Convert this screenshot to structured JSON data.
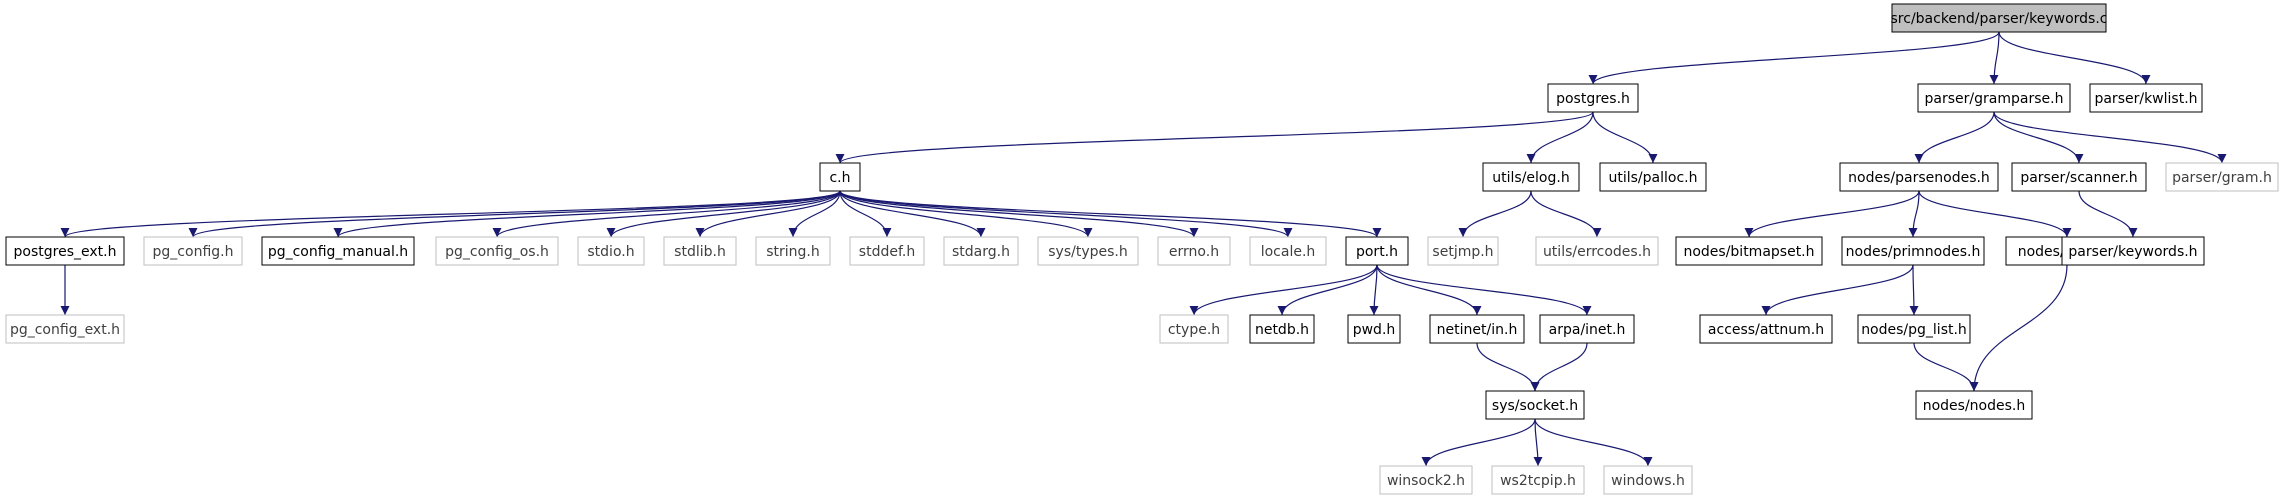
{
  "graph": {
    "colors": {
      "edge": "#191970",
      "border": "#000000",
      "missing_border": "#bfbfbf",
      "root_fill": "#bfbfbf",
      "text": "#000000",
      "missing_text": "#404040"
    },
    "nodes": [
      {
        "id": "root",
        "label": "src/backend/parser/keywords.c",
        "kind": "root"
      },
      {
        "id": "postgres",
        "label": "postgres.h",
        "kind": "header"
      },
      {
        "id": "gramparse",
        "label": "parser/gramparse.h",
        "kind": "header"
      },
      {
        "id": "kwlist",
        "label": "parser/kwlist.h",
        "kind": "header"
      },
      {
        "id": "c",
        "label": "c.h",
        "kind": "header"
      },
      {
        "id": "elog",
        "label": "utils/elog.h",
        "kind": "header"
      },
      {
        "id": "palloc",
        "label": "utils/palloc.h",
        "kind": "header"
      },
      {
        "id": "parsenodes",
        "label": "nodes/parsenodes.h",
        "kind": "header"
      },
      {
        "id": "scanner",
        "label": "parser/scanner.h",
        "kind": "header"
      },
      {
        "id": "gram",
        "label": "parser/gram.h",
        "kind": "missing"
      },
      {
        "id": "postgres_ext",
        "label": "postgres_ext.h",
        "kind": "header"
      },
      {
        "id": "pg_config",
        "label": "pg_config.h",
        "kind": "missing"
      },
      {
        "id": "pg_config_manual",
        "label": "pg_config_manual.h",
        "kind": "header"
      },
      {
        "id": "pg_config_os",
        "label": "pg_config_os.h",
        "kind": "missing"
      },
      {
        "id": "stdio",
        "label": "stdio.h",
        "kind": "missing"
      },
      {
        "id": "stdlib",
        "label": "stdlib.h",
        "kind": "missing"
      },
      {
        "id": "string",
        "label": "string.h",
        "kind": "missing"
      },
      {
        "id": "stddef",
        "label": "stddef.h",
        "kind": "missing"
      },
      {
        "id": "stdarg",
        "label": "stdarg.h",
        "kind": "missing"
      },
      {
        "id": "systypes",
        "label": "sys/types.h",
        "kind": "missing"
      },
      {
        "id": "errno",
        "label": "errno.h",
        "kind": "missing"
      },
      {
        "id": "locale",
        "label": "locale.h",
        "kind": "missing"
      },
      {
        "id": "port",
        "label": "port.h",
        "kind": "header"
      },
      {
        "id": "setjmp",
        "label": "setjmp.h",
        "kind": "missing"
      },
      {
        "id": "errcodes",
        "label": "utils/errcodes.h",
        "kind": "missing"
      },
      {
        "id": "bitmapset",
        "label": "nodes/bitmapset.h",
        "kind": "header"
      },
      {
        "id": "primnodes",
        "label": "nodes/primnodes.h",
        "kind": "header"
      },
      {
        "id": "value",
        "label": "nodes/value.h",
        "kind": "header"
      },
      {
        "id": "keywords",
        "label": "parser/keywords.h",
        "kind": "header"
      },
      {
        "id": "pg_config_ext",
        "label": "pg_config_ext.h",
        "kind": "missing"
      },
      {
        "id": "ctype",
        "label": "ctype.h",
        "kind": "missing"
      },
      {
        "id": "netdb",
        "label": "netdb.h",
        "kind": "header"
      },
      {
        "id": "pwd",
        "label": "pwd.h",
        "kind": "header"
      },
      {
        "id": "netinet",
        "label": "netinet/in.h",
        "kind": "header"
      },
      {
        "id": "arpainet",
        "label": "arpa/inet.h",
        "kind": "header"
      },
      {
        "id": "attnum",
        "label": "access/attnum.h",
        "kind": "header"
      },
      {
        "id": "pg_list",
        "label": "nodes/pg_list.h",
        "kind": "header"
      },
      {
        "id": "nodes",
        "label": "nodes/nodes.h",
        "kind": "header"
      },
      {
        "id": "syssocket",
        "label": "sys/socket.h",
        "kind": "header"
      },
      {
        "id": "winsock2",
        "label": "winsock2.h",
        "kind": "missing"
      },
      {
        "id": "ws2tcpip",
        "label": "ws2tcpip.h",
        "kind": "missing"
      },
      {
        "id": "windows",
        "label": "windows.h",
        "kind": "missing"
      }
    ],
    "edges": [
      [
        "root",
        "postgres"
      ],
      [
        "root",
        "gramparse"
      ],
      [
        "root",
        "kwlist"
      ],
      [
        "postgres",
        "c"
      ],
      [
        "postgres",
        "elog"
      ],
      [
        "postgres",
        "palloc"
      ],
      [
        "c",
        "postgres_ext"
      ],
      [
        "c",
        "pg_config"
      ],
      [
        "c",
        "pg_config_manual"
      ],
      [
        "c",
        "pg_config_os"
      ],
      [
        "c",
        "stdio"
      ],
      [
        "c",
        "stdlib"
      ],
      [
        "c",
        "string"
      ],
      [
        "c",
        "stddef"
      ],
      [
        "c",
        "stdarg"
      ],
      [
        "c",
        "systypes"
      ],
      [
        "c",
        "errno"
      ],
      [
        "c",
        "locale"
      ],
      [
        "c",
        "port"
      ],
      [
        "postgres_ext",
        "pg_config_ext"
      ],
      [
        "port",
        "ctype"
      ],
      [
        "port",
        "netdb"
      ],
      [
        "port",
        "pwd"
      ],
      [
        "port",
        "netinet"
      ],
      [
        "port",
        "arpainet"
      ],
      [
        "netinet",
        "syssocket"
      ],
      [
        "arpainet",
        "syssocket"
      ],
      [
        "syssocket",
        "winsock2"
      ],
      [
        "syssocket",
        "ws2tcpip"
      ],
      [
        "syssocket",
        "windows"
      ],
      [
        "elog",
        "setjmp"
      ],
      [
        "elog",
        "errcodes"
      ],
      [
        "gramparse",
        "parsenodes"
      ],
      [
        "gramparse",
        "scanner"
      ],
      [
        "gramparse",
        "gram"
      ],
      [
        "parsenodes",
        "bitmapset"
      ],
      [
        "parsenodes",
        "primnodes"
      ],
      [
        "parsenodes",
        "value"
      ],
      [
        "scanner",
        "keywords"
      ],
      [
        "primnodes",
        "attnum"
      ],
      [
        "primnodes",
        "pg_list"
      ],
      [
        "pg_list",
        "nodes"
      ],
      [
        "value",
        "nodes"
      ]
    ]
  }
}
